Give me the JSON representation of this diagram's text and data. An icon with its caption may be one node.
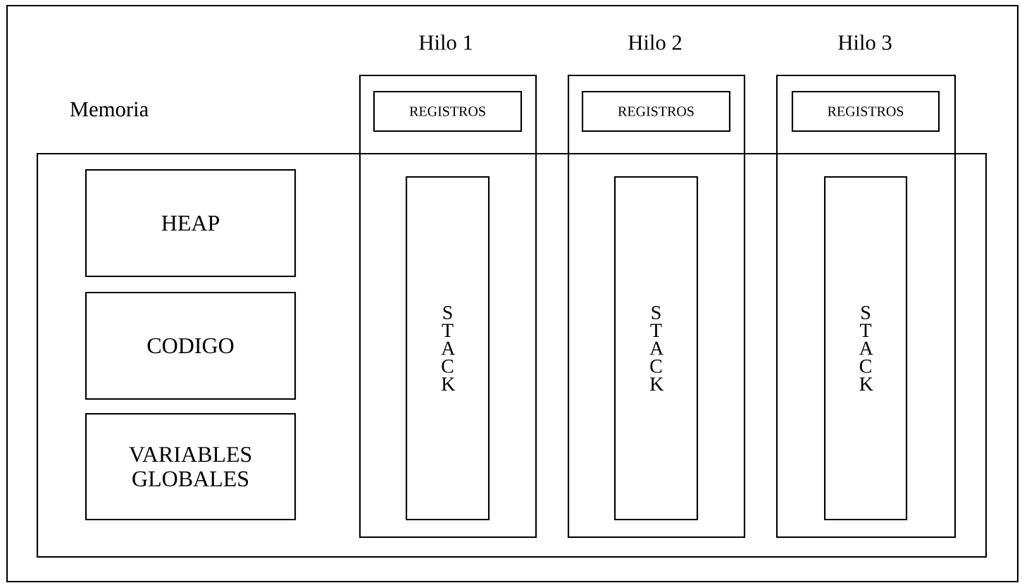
{
  "diagram": {
    "nodes": [
      {
        "text": [
          "Memoria"
        ]
      },
      {
        "text": [
          "HEAP"
        ],
        "in": 0
      },
      {
        "text": [
          "CODIGO"
        ],
        "in": 0
      },
      {
        "text": [
          "VARIABLES GLOBALES"
        ],
        "in": 0
      },
      {
        "text": [
          "Hilo 1"
        ]
      },
      {
        "text": [
          "REGISTROS"
        ],
        "in": 4
      },
      {
        "text": [
          "S T A C K"
        ],
        "in": 4
      },
      {
        "text": [
          "Hilo 2"
        ]
      },
      {
        "text": [
          "REGISTROS"
        ],
        "in": 7
      },
      {
        "text": [
          "S T A C K"
        ],
        "in": 7
      },
      {
        "text": [
          "Hilo 3"
        ]
      },
      {
        "text": [
          "REGISTROS"
        ],
        "in": 10
      },
      {
        "text": [
          "S T A C K"
        ],
        "in": 10
      }
    ],
    "edges": []
  }
}
